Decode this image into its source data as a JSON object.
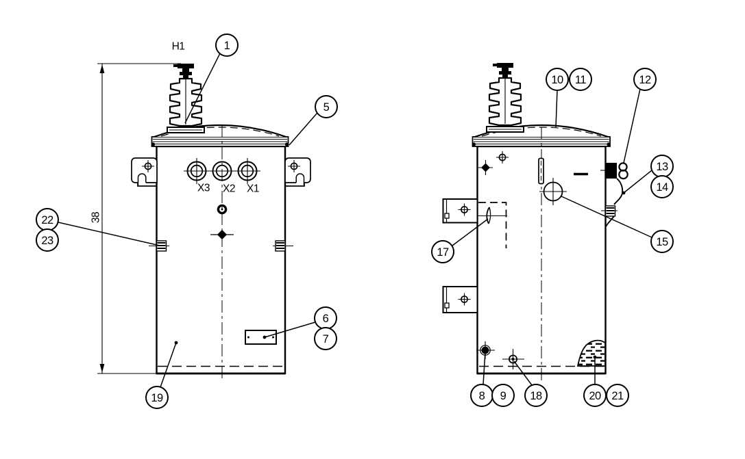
{
  "colors": {
    "ink": "#000000",
    "paper": "#ffffff"
  },
  "front_view": {
    "hv_bushing_label": "H1",
    "lv_bushing_labels": [
      "X3",
      "X2",
      "X1"
    ],
    "height_dimension": "38"
  },
  "callouts": {
    "front": [
      "1",
      "5",
      "6",
      "7",
      "19",
      "22",
      "23"
    ],
    "side": [
      "8",
      "9",
      "10",
      "11",
      "12",
      "13",
      "14",
      "15",
      "17",
      "18",
      "20",
      "21"
    ]
  }
}
